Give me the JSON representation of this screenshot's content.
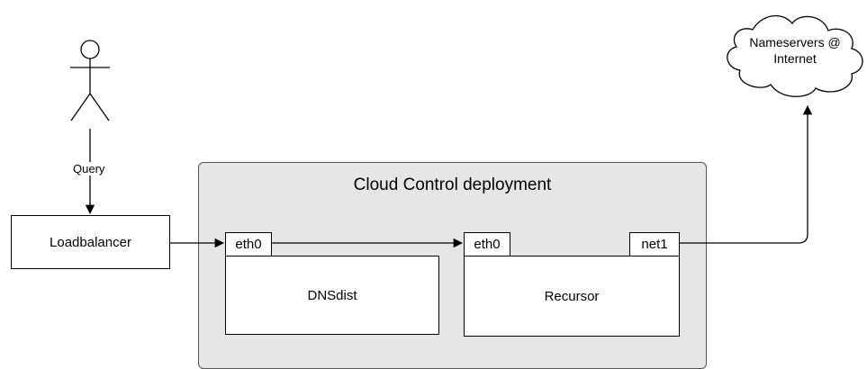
{
  "deployment": {
    "title": "Cloud Control deployment"
  },
  "loadbalancer": {
    "label": "Loadbalancer"
  },
  "query": {
    "label": "Query"
  },
  "dnsdist": {
    "label": "DNSdist",
    "port": "eth0"
  },
  "recursor": {
    "label": "Recursor",
    "port_in": "eth0",
    "port_out": "net1"
  },
  "internet": {
    "line1": "Nameservers @",
    "line2": "Internet"
  },
  "icons": {
    "user": "stick-figure-icon",
    "cloud": "cloud-icon"
  }
}
